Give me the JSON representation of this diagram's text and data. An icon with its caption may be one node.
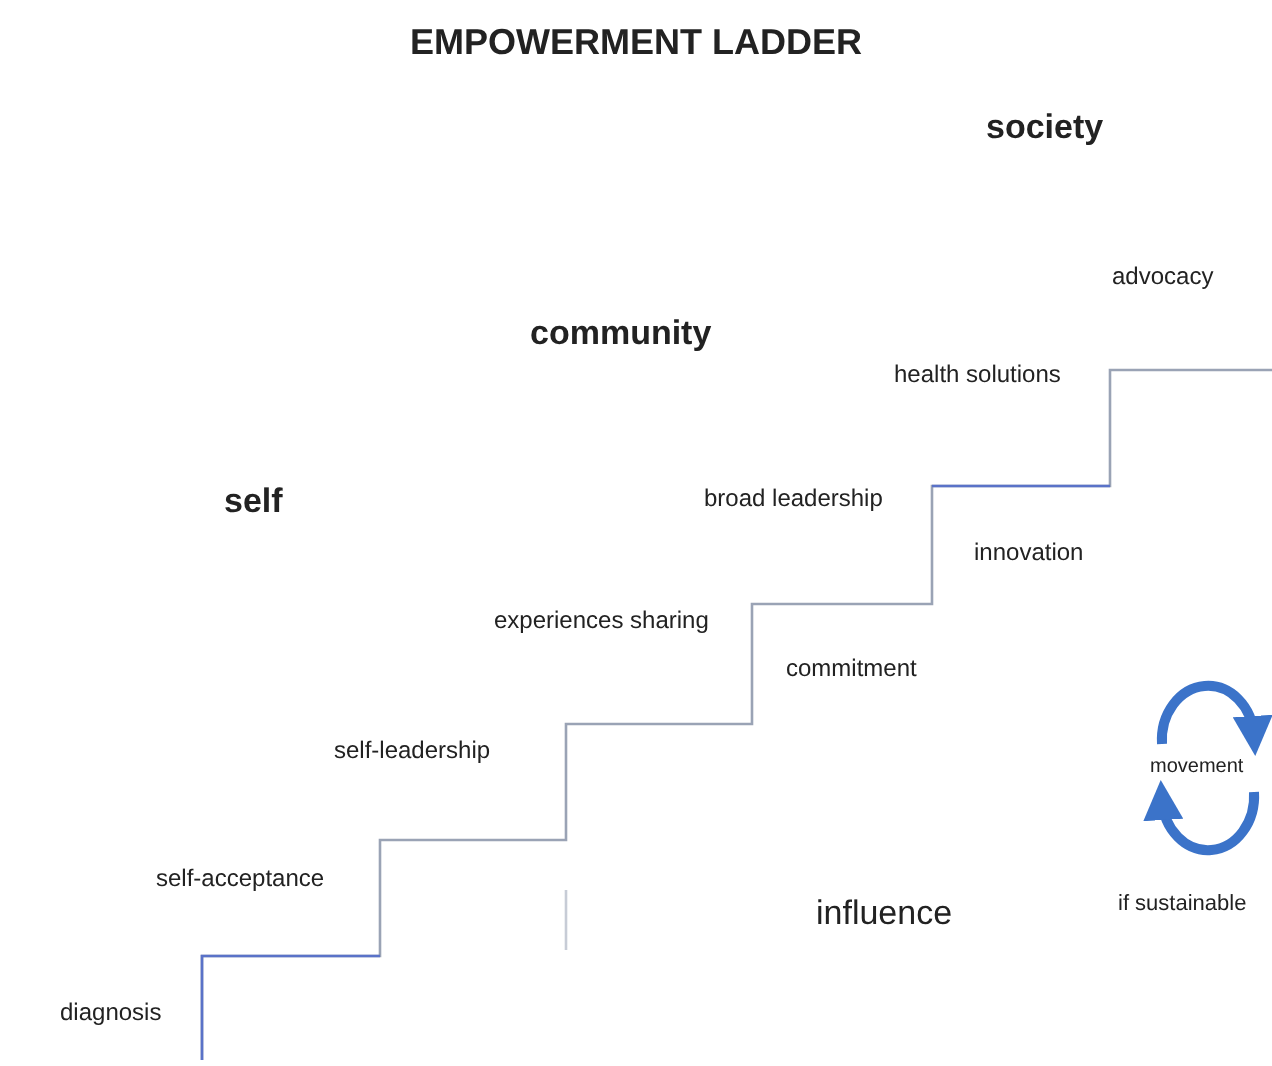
{
  "diagram": {
    "title": "EMPOWERMENT LADDER",
    "labels": [
      "society",
      "advocacy",
      "community",
      "health solutions",
      "self",
      "broad leadership",
      "innovation",
      "experiences sharing",
      "commitment",
      "self-leadership",
      "movement",
      "self-acceptance",
      "influence",
      "if sustainable",
      "diagnosis"
    ]
  }
}
